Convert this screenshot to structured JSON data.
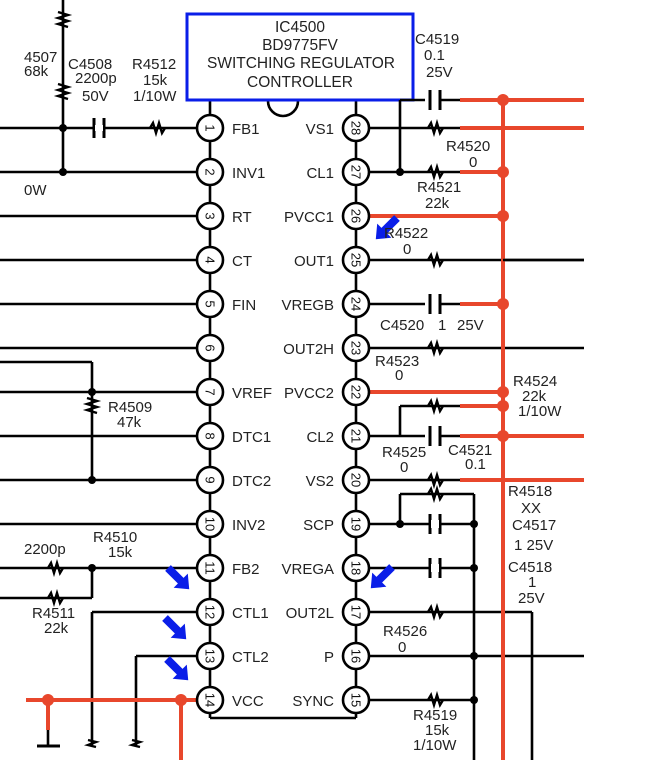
{
  "ic": {
    "ref": "IC4500",
    "part": "BD9775FV",
    "desc_line1": "SWITCHING REGULATOR",
    "desc_line2": "CONTROLLER",
    "border_color": "#0a1ee8"
  },
  "colors": {
    "power_net": "#e8472c",
    "arrow": "#0a1ee8",
    "wire": "#000000"
  },
  "left_pins": [
    {
      "num": "1",
      "name": "FB1"
    },
    {
      "num": "2",
      "name": "INV1"
    },
    {
      "num": "3",
      "name": "RT"
    },
    {
      "num": "4",
      "name": "CT"
    },
    {
      "num": "5",
      "name": "FIN"
    },
    {
      "num": "6",
      "name": ""
    },
    {
      "num": "7",
      "name": "VREF"
    },
    {
      "num": "8",
      "name": "DTC1"
    },
    {
      "num": "9",
      "name": "DTC2"
    },
    {
      "num": "10",
      "name": "INV2"
    },
    {
      "num": "11",
      "name": "FB2"
    },
    {
      "num": "12",
      "name": "CTL1"
    },
    {
      "num": "13",
      "name": "CTL2"
    },
    {
      "num": "14",
      "name": "VCC"
    }
  ],
  "right_pins": [
    {
      "num": "28",
      "name": "VS1"
    },
    {
      "num": "27",
      "name": "CL1"
    },
    {
      "num": "26",
      "name": "PVCC1"
    },
    {
      "num": "25",
      "name": "OUT1"
    },
    {
      "num": "24",
      "name": "VREGB"
    },
    {
      "num": "23",
      "name": "OUT2H"
    },
    {
      "num": "22",
      "name": "PVCC2"
    },
    {
      "num": "21",
      "name": "CL2"
    },
    {
      "num": "20",
      "name": "VS2"
    },
    {
      "num": "19",
      "name": "SCP"
    },
    {
      "num": "18",
      "name": "VREGA"
    },
    {
      "num": "17",
      "name": "OUT2L"
    },
    {
      "num": "16",
      "name": "P"
    },
    {
      "num": "15",
      "name": "SYNC"
    }
  ],
  "components": {
    "r4507": {
      "ref": "4507",
      "value": "68k"
    },
    "c4508": {
      "ref": "C4508",
      "value": "2200p",
      "rating": "50V"
    },
    "r4512": {
      "ref": "R4512",
      "value": "15k",
      "rating": "1/10W"
    },
    "left_partial": {
      "text": "0W"
    },
    "r4509": {
      "ref": "R4509",
      "value": "47k"
    },
    "c_left": {
      "value": "2200p"
    },
    "r4510": {
      "ref": "R4510",
      "value": "15k"
    },
    "r4511": {
      "ref": "R4511",
      "value": "22k"
    },
    "c4519": {
      "ref": "C4519",
      "value": "0.1",
      "rating": "25V"
    },
    "r4520": {
      "ref": "R4520",
      "value": "0"
    },
    "r4521": {
      "ref": "R4521",
      "value": "22k"
    },
    "r4522": {
      "ref": "R4522",
      "value": "0"
    },
    "c4520": {
      "ref": "C4520",
      "value": "1",
      "rating": "25V"
    },
    "r4523": {
      "ref": "R4523",
      "value": "0"
    },
    "r4524": {
      "ref": "R4524",
      "value": "22k",
      "rating": "1/10W"
    },
    "r4525": {
      "ref": "R4525",
      "value": "0"
    },
    "c4521": {
      "ref": "C4521",
      "value": "0.1"
    },
    "r4518": {
      "ref": "R4518",
      "value": "XX"
    },
    "c4517": {
      "ref": "C4517",
      "value": "1  25V"
    },
    "c4518": {
      "ref": "C4518",
      "value": "1",
      "rating": "25V"
    },
    "r4526": {
      "ref": "R4526",
      "value": "0"
    },
    "r4519": {
      "ref": "R4519",
      "value": "15k",
      "rating": "1/10W"
    }
  }
}
